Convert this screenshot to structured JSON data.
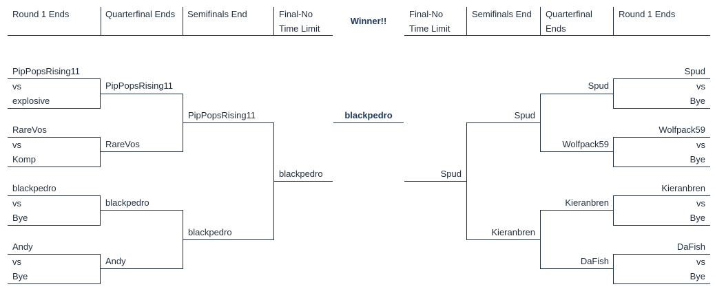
{
  "headers": {
    "left": [
      "Round 1 Ends",
      "Quarterfinal Ends",
      "Semifinals End",
      "Final-No Time Limit"
    ],
    "center": "Winner!!",
    "right": [
      "Final-No Time Limit",
      "Semifinals End",
      "Quarterfinal Ends",
      "Round 1 Ends"
    ]
  },
  "left": {
    "round1": [
      {
        "p1": "PipPopsRising11",
        "vs": "vs",
        "p2": "explosive"
      },
      {
        "p1": "RareVos",
        "vs": "vs",
        "p2": "Komp"
      },
      {
        "p1": "blackpedro",
        "vs": "vs",
        "p2": "Bye"
      },
      {
        "p1": "Andy",
        "vs": "vs",
        "p2": "Bye"
      }
    ],
    "quarterfinal": [
      "PipPopsRising11",
      "RareVos",
      "blackpedro",
      "Andy"
    ],
    "semifinal": [
      "PipPopsRising11",
      "blackpedro"
    ],
    "final": "blackpedro"
  },
  "winner": "blackpedro",
  "right": {
    "round1": [
      {
        "p1": "Spud",
        "vs": "vs",
        "p2": "Bye"
      },
      {
        "p1": "Wolfpack59",
        "vs": "vs",
        "p2": "Bye"
      },
      {
        "p1": "Kieranbren",
        "vs": "vs",
        "p2": "Bye"
      },
      {
        "p1": "DaFish",
        "vs": "vs",
        "p2": "Bye"
      }
    ],
    "quarterfinal": [
      "Spud",
      "Wolfpack59",
      "Kieranbren",
      "DaFish"
    ],
    "semifinal": [
      "Spud",
      "Kieranbren"
    ],
    "final": "Spud"
  }
}
